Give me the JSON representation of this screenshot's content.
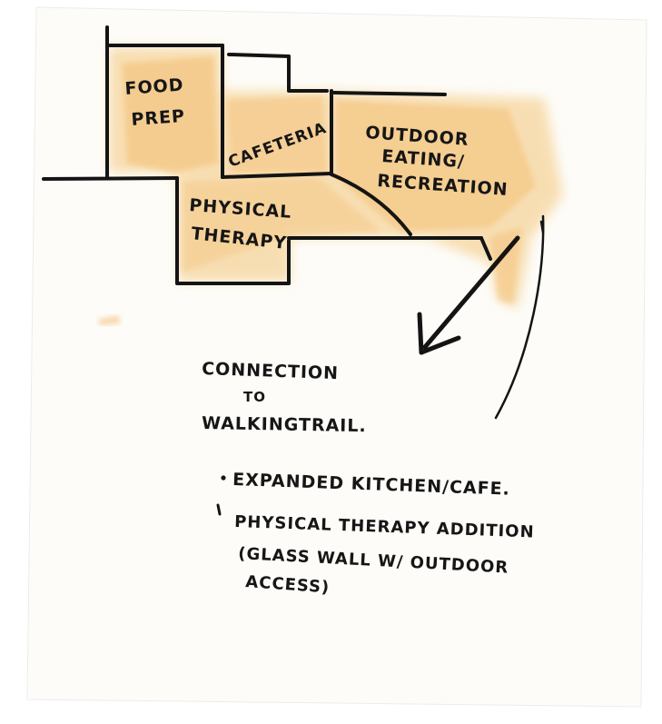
{
  "diagram": {
    "rooms": {
      "food_prep": [
        "FOOD",
        "PREP"
      ],
      "cafeteria": "CAFETERIA",
      "outdoor": [
        "OUTDOOR",
        "EATING/",
        "RECREATION"
      ],
      "physical_therapy": [
        "PHYSICAL",
        "THERAPY"
      ]
    },
    "connection": [
      "CONNECTION",
      "TO",
      "WALKINGTRAIL."
    ],
    "notes": [
      "EXPANDED KITCHEN/CAFE.",
      "PHYSICAL THERAPY ADDITION",
      "(GLASS WALL W/ OUTDOOR",
      "ACCESS)"
    ]
  },
  "colors": {
    "paper": "#fdfcf8",
    "wash": "#f2b45c",
    "wash_light": "#f7d9a6",
    "ink": "#141414"
  }
}
